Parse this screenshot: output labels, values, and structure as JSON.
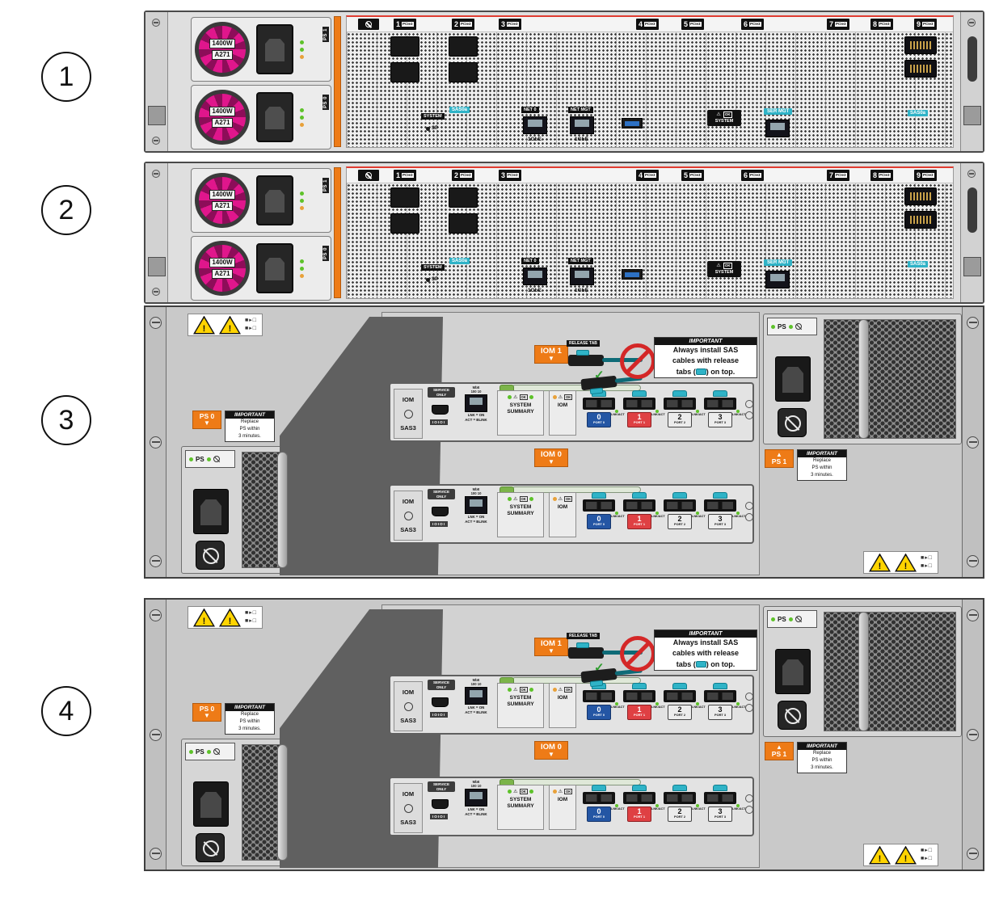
{
  "callouts": [
    "1",
    "2",
    "3",
    "4"
  ],
  "icons": {
    "exclaim": "!",
    "check": "✓",
    "arrow_down": "▼",
    "arrow_up": "▲",
    "warning": "⚠",
    "psu_glyphs": "■▸□"
  },
  "colors": {
    "accent_orange": "#ee7b17",
    "accent_cyan": "#2fb3c7",
    "port0_blue": "#2456a4",
    "port1_red": "#df4043",
    "warning_yellow": "#ffd400",
    "slot_band_red": "#e03c31",
    "fan_pink": "#e0168c"
  },
  "server": {
    "psu": {
      "watt": "1400W",
      "model": "A271"
    },
    "ps_top": "PS 1",
    "ps_bottom": "PS 0",
    "slots": [
      {
        "num": "1",
        "label": "PCIe3"
      },
      {
        "num": "2",
        "label": "PCIe3"
      },
      {
        "num": "3",
        "label": "PCIe3"
      },
      {
        "num": "4",
        "label": "PCIe3"
      },
      {
        "num": "5",
        "label": "PCIe3"
      },
      {
        "num": "6",
        "label": "PCIe3"
      },
      {
        "num": "7",
        "label": "PCIe3"
      },
      {
        "num": "8",
        "label": "PCIe3"
      },
      {
        "num": "9",
        "label": "PCIe3"
      }
    ],
    "labels": {
      "system_left": "SYSTEM",
      "sp": "SP",
      "sas_left": "SAS0a",
      "net0": "NET 0",
      "net_mgt": "NET MGT",
      "gbe": "1GbE",
      "system_ok": "SYSTEM",
      "ok": "OK",
      "ser_mgt": "SER MGT",
      "sas_right": "SAS0a"
    }
  },
  "shelf": {
    "ps0": "PS 0",
    "ps1": "PS 1",
    "important": "IMPORTANT",
    "replace1": "Replace",
    "replace2": "PS within",
    "replace3": "3 minutes.",
    "iom1": "IOM 1",
    "iom0": "IOM 0",
    "release_tab": "RELEASE TAB",
    "sas_note1": "Always install SAS",
    "sas_note2": "cables with release",
    "sas_note3a": "tabs (",
    "sas_note3b": ") on top.",
    "ps_mini": "PS",
    "iom": {
      "name": "IOM",
      "sas3": "SAS3",
      "service1": "SERVICE",
      "service2": "ONLY",
      "serial": "IOIOI",
      "mbe": "MbE",
      "s100": "100",
      "s10": "10",
      "lnk": "LNK = ON",
      "act": "ACT = BLINK",
      "sys1": "SYSTEM",
      "sys2": "SUMMARY",
      "iom_lbl": "IOM",
      "ok": "OK",
      "lnkact": "LNK/ACT",
      "ports": [
        {
          "num": "0",
          "label": "PORT 0"
        },
        {
          "num": "1",
          "label": "PORT 1"
        },
        {
          "num": "2",
          "label": "PORT 2"
        },
        {
          "num": "3",
          "label": "PORT 3"
        }
      ]
    }
  }
}
